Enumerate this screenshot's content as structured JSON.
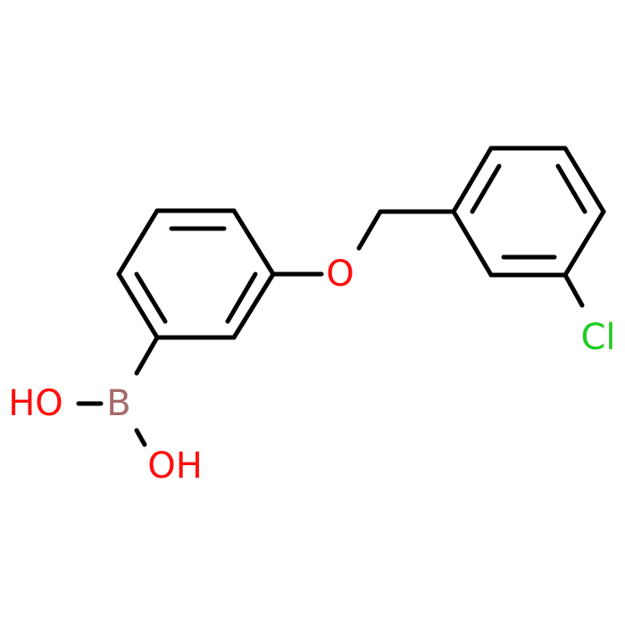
{
  "molecule": {
    "labels": {
      "oxygen_ether": "O",
      "boron": "B",
      "hydroxyl_1": "HO",
      "hydroxyl_2": "OH",
      "chlorine": "Cl"
    },
    "colors": {
      "bond": "#000000",
      "oxygen": "#ff0d0d",
      "boron": "#a66b6b",
      "chlorine": "#1fcc1f"
    }
  }
}
